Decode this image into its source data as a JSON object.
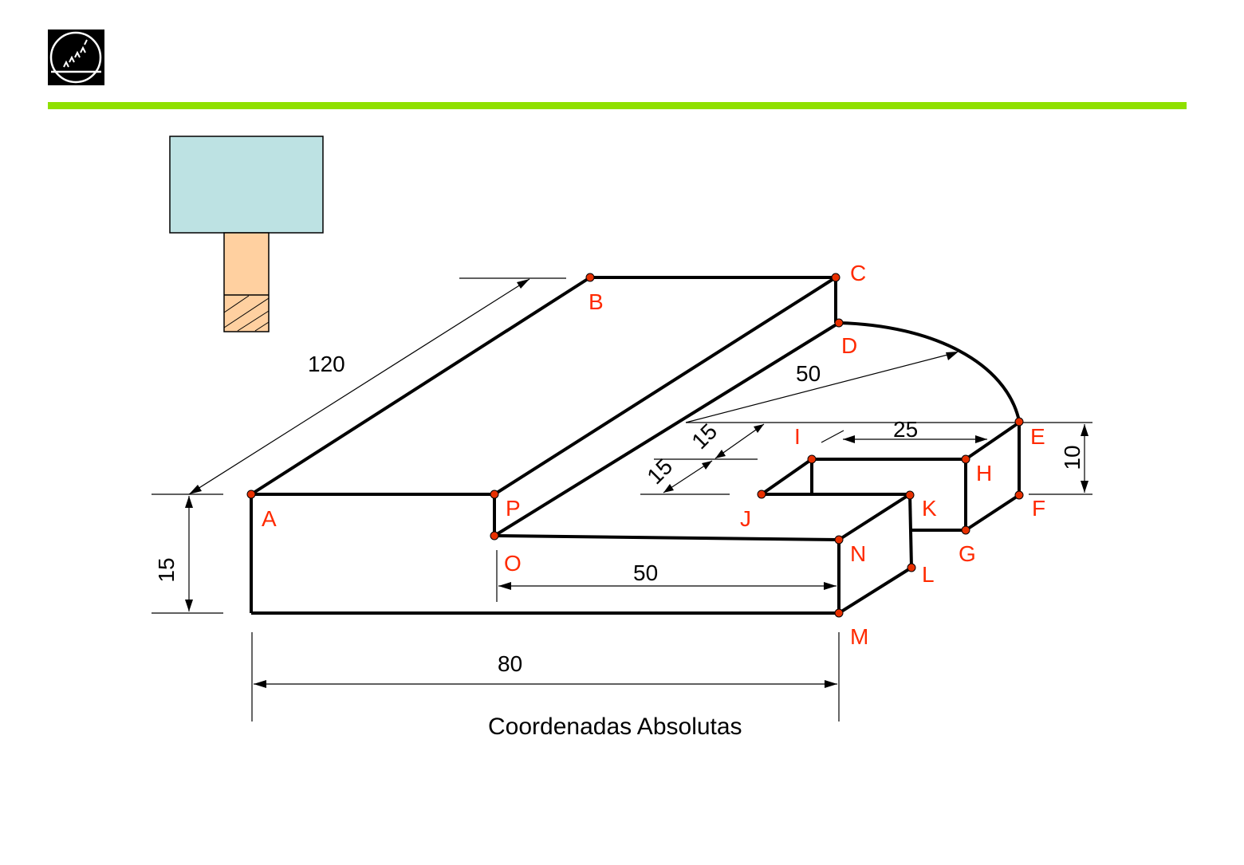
{
  "logo": {
    "name": "logo-badge-icon"
  },
  "header_bar": {
    "color": "#8fe000"
  },
  "colors": {
    "edges": "#000000",
    "points": "#e83000",
    "point_labels": "#ff2a00",
    "spindle_head": "#bde2e3",
    "tool": "#ffd0a0"
  },
  "points": {
    "A": "A",
    "B": "B",
    "C": "C",
    "D": "D",
    "E": "E",
    "F": "F",
    "G": "G",
    "H": "H",
    "I": "I",
    "J": "J",
    "K": "K",
    "L": "L",
    "M": "M",
    "N": "N",
    "O": "O",
    "P": "P"
  },
  "dimensions": {
    "length": "120",
    "height": "15",
    "radius": "50",
    "top_width": "25",
    "step_height": "10",
    "offset_a": "15",
    "offset_b": "15",
    "inner_width": "50",
    "total_width": "80"
  },
  "caption": "Coordenadas Absolutas"
}
